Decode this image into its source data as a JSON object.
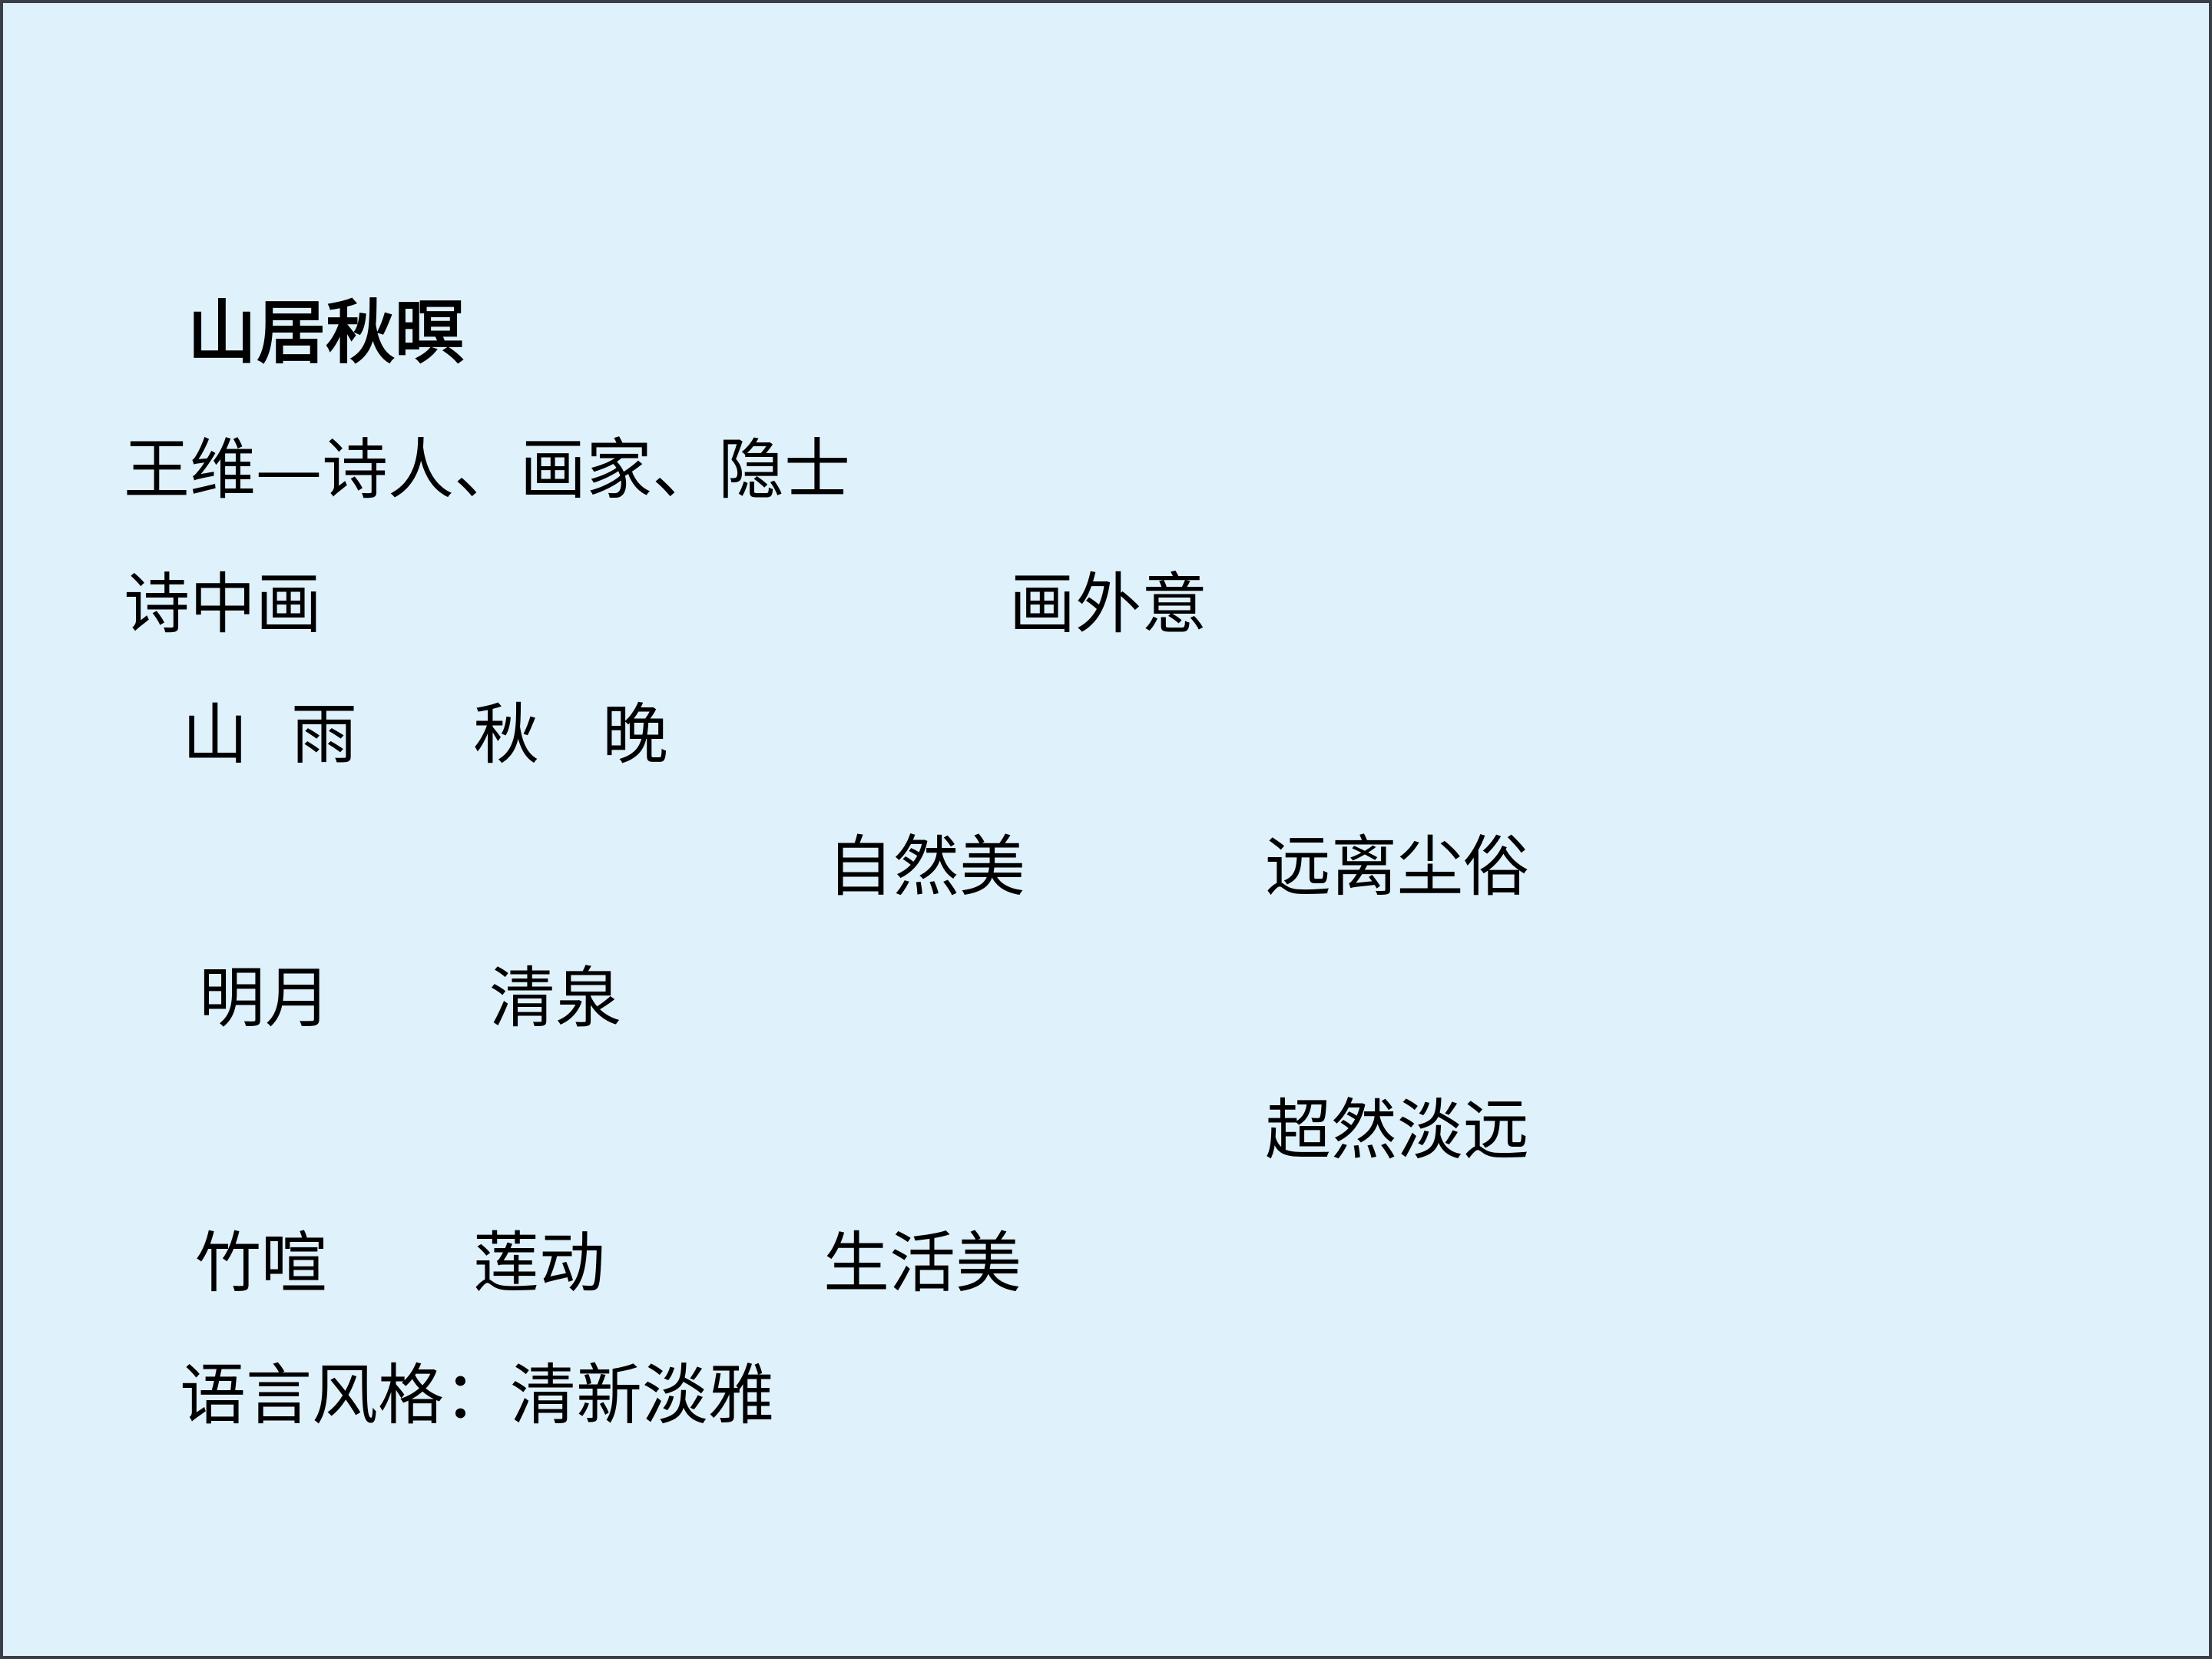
{
  "title": "山居秋暝",
  "author_line": "王维—诗人、画家、隐士",
  "headings": {
    "left": "诗中画",
    "right": "画外意"
  },
  "imagery_row1": {
    "mountain": "山",
    "rain": "雨",
    "autumn": "秋",
    "evening": "晚"
  },
  "natural_beauty": "自然美",
  "far_from_world": "远离尘俗",
  "imagery_row2": {
    "moon": "明月",
    "spring": "清泉"
  },
  "detached_tranquil": "超然淡远",
  "imagery_row3": {
    "bamboo": "竹喧",
    "lotus": "莲动"
  },
  "life_beauty": "生活美",
  "style_line": "语言风格：清新淡雅",
  "colors": {
    "background": "#dff1fb",
    "border": "#3a3f47",
    "text": "#000000"
  }
}
